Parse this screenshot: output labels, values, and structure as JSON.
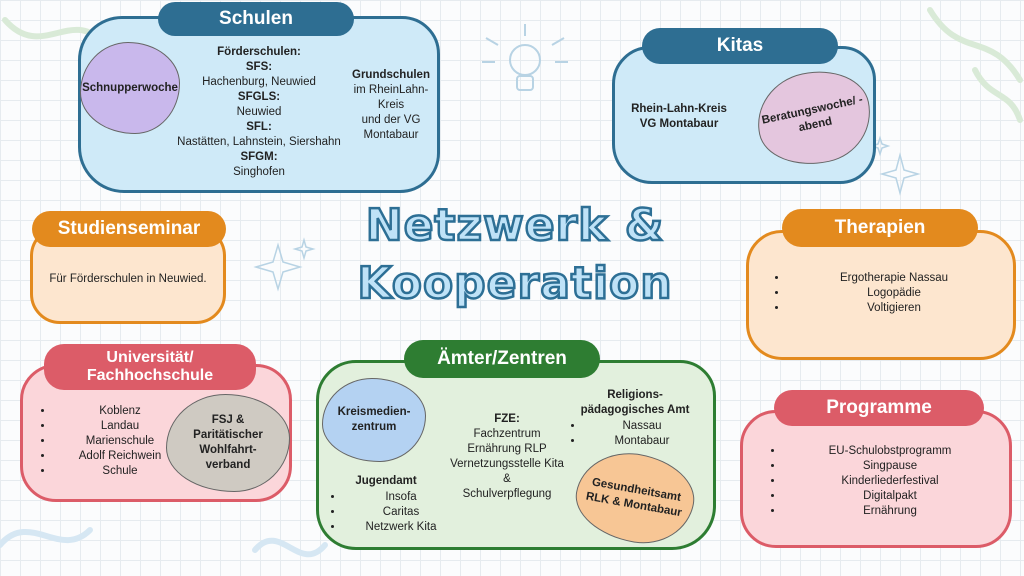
{
  "title": {
    "line1": "Netzwerk &",
    "line2": "Kooperation"
  },
  "schulen": {
    "tab": "Schulen",
    "cloud": "Schnupperwoche",
    "foerderschulen_heading": "Förderschulen:",
    "sfs_label": "SFS:",
    "sfs_places": "Hachenburg, Neuwied",
    "sfgls_label": "SFGLS:",
    "sfgls_places": "Neuwied",
    "sfl_label": "SFL:",
    "sfl_places": "Nastätten, Lahnstein, Siershahn",
    "sfgm_label": "SFGM:",
    "sfgm_places": "Singhofen",
    "grundschulen_heading": "Grundschulen",
    "grundschulen_lines": [
      "im RheinLahn-",
      "Kreis",
      "und der VG",
      "Montabaur"
    ]
  },
  "kitas": {
    "tab": "Kitas",
    "lines": [
      "Rhein-Lahn-Kreis",
      "VG Montabaur"
    ],
    "cloud": "Beratungswoche/ -abend"
  },
  "studienseminar": {
    "tab": "Studienseminar",
    "text": "Für Förderschulen in Neuwied."
  },
  "therapien": {
    "tab": "Therapien",
    "items": [
      "Ergotherapie Nassau",
      "Logopädie",
      "Voltigieren"
    ]
  },
  "universitaet": {
    "tab_line1": "Universität/",
    "tab_line2": "Fachhochschule",
    "items": [
      "Koblenz",
      "Landau",
      "Marienschule",
      "Adolf Reichwein",
      "Schule"
    ],
    "cloud": "FSJ & Paritätischer Wohlfahrt-verband"
  },
  "aemter": {
    "tab": "Ämter/Zentren",
    "cloud_kreis": "Kreismedien-zentrum",
    "fze_heading": "FZE:",
    "fze_lines": [
      "Fachzentrum",
      "Ernährung RLP",
      "Vernetzungsstelle Kita",
      "&",
      "Schulverpflegung"
    ],
    "religion_heading_1": "Religions-",
    "religion_heading_2": "pädagogisches Amt",
    "religion_items": [
      "Nassau",
      "Montabaur"
    ],
    "jugendamt_heading": "Jugendamt",
    "jugendamt_items": [
      "Insofa",
      "Caritas",
      "Netzwerk Kita"
    ],
    "cloud_gesundheit": "Gesundheitsamt RLK & Montabaur"
  },
  "programme": {
    "tab": "Programme",
    "items": [
      "EU-Schulobstprogramm",
      "Singpause",
      "Kinderliederfestival",
      "Digitalpakt",
      "Ernährung"
    ]
  },
  "colors": {
    "blue_dark": "#2e6e92",
    "blue_light": "#cfeaf8",
    "orange": "#e38a1e",
    "orange_light": "#fde6cf",
    "red": "#dc5c68",
    "red_light": "#fbd6da",
    "green": "#2e7d32",
    "green_light": "#e2f0dd"
  },
  "icons": [
    "lightbulb-icon",
    "sparkle-icon",
    "ribbon-decoration"
  ]
}
